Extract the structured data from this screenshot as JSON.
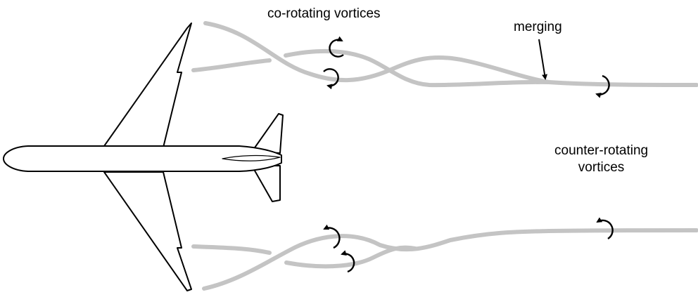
{
  "labels": {
    "co_rotating": "co-rotating vortices",
    "merging": "merging",
    "counter_rotating_line1": "counter-rotating",
    "counter_rotating_line2": "vortices"
  },
  "colors": {
    "background": "#ffffff",
    "aircraft_outline": "#000000",
    "vortex_trail": "#c4c4c4",
    "rotation_arrow": "#000000"
  }
}
